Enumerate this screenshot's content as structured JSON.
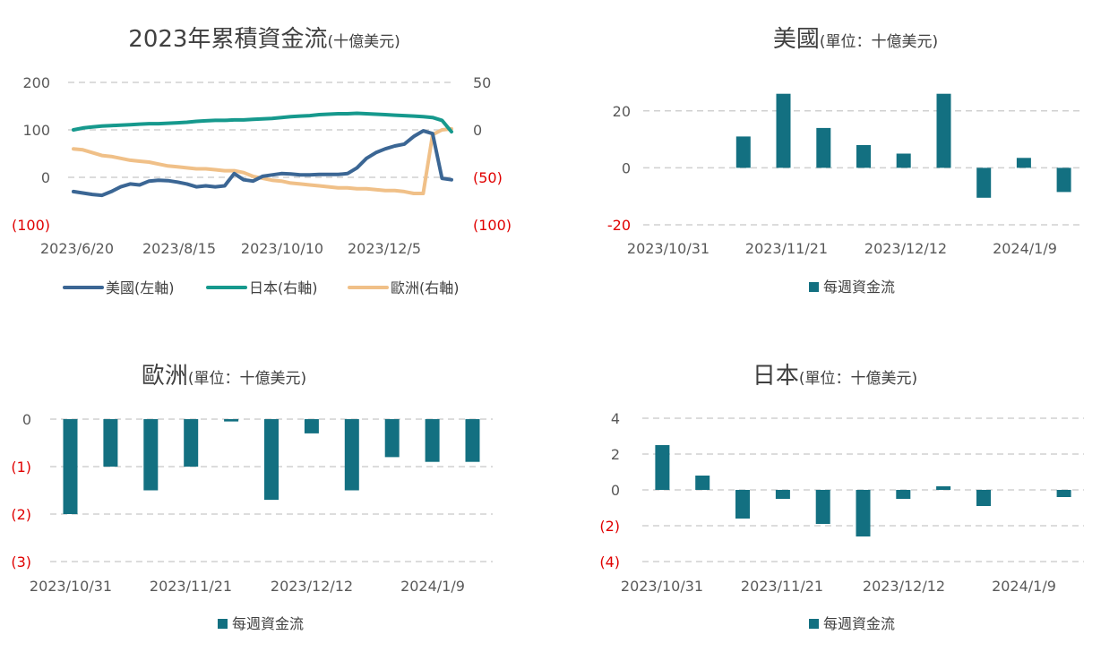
{
  "colors": {
    "us": "#3b6694",
    "japan": "#16998d",
    "europe": "#f0c088",
    "bar": "#137081",
    "grid": "#d0d0d0",
    "negative": "#e00000",
    "text": "#404040",
    "tick": "#595959"
  },
  "chart_data": [
    {
      "id": "cumulative",
      "type": "line",
      "title": "2023年累積資金流",
      "subtitle": "(十億美元)",
      "x_tick_labels": [
        "2023/6/20",
        "2023/8/15",
        "2023/10/10",
        "2023/12/5"
      ],
      "y_left": {
        "ylim": [
          -100,
          200
        ],
        "ticks": [
          200,
          100,
          0,
          -100
        ],
        "tick_labels": [
          "200",
          "100",
          "0",
          "(100)"
        ]
      },
      "y_right": {
        "ylim": [
          -100,
          50
        ],
        "ticks": [
          50,
          0,
          -50,
          -100
        ],
        "tick_labels": [
          "50",
          "0",
          "(50)",
          "(100)"
        ]
      },
      "grid": true,
      "legend": "bottom",
      "series": [
        {
          "name": "美國(左軸)",
          "axis": "left",
          "color_key": "us",
          "values": [
            -30,
            -33,
            -36,
            -38,
            -30,
            -20,
            -14,
            -16,
            -8,
            -6,
            -7,
            -10,
            -14,
            -20,
            -18,
            -20,
            -18,
            8,
            -5,
            -8,
            2,
            5,
            8,
            7,
            5,
            5,
            6,
            6,
            6,
            8,
            20,
            40,
            52,
            60,
            66,
            70,
            86,
            98,
            92,
            -2,
            -5
          ]
        },
        {
          "name": "日本(右軸)",
          "axis": "right",
          "color_key": "japan",
          "values": [
            0,
            2,
            3,
            4,
            4.5,
            5,
            5.5,
            6,
            6.5,
            6.5,
            7,
            7.5,
            8,
            9,
            9.5,
            10,
            10,
            10.5,
            10.5,
            11,
            11.5,
            12,
            13,
            14,
            14.5,
            15,
            16,
            16.5,
            17,
            17,
            17.5,
            17,
            16.5,
            16,
            15.5,
            15,
            14.5,
            14,
            13,
            10,
            -2
          ]
        },
        {
          "name": "歐洲(右軸)",
          "axis": "right",
          "color_key": "europe",
          "values": [
            -20,
            -21,
            -24,
            -27,
            -28,
            -30,
            -32,
            -33,
            -34,
            -36,
            -38,
            -39,
            -40,
            -41,
            -41,
            -42,
            -43,
            -43,
            -45,
            -49,
            -51,
            -53,
            -54,
            -56,
            -57,
            -58,
            -59,
            -60,
            -61,
            -61,
            -62,
            -62,
            -63,
            -64,
            -64,
            -65,
            -67,
            -67,
            -5,
            0,
            1
          ]
        }
      ]
    },
    {
      "id": "us",
      "type": "bar",
      "title": "美國",
      "subtitle": "(單位：十億美元)",
      "x_tick_labels": [
        "2023/10/31",
        "2023/11/21",
        "2023/12/12",
        "2024/1/9"
      ],
      "ylim": [
        -20,
        30
      ],
      "ticks": [
        20,
        0,
        -20
      ],
      "tick_labels": [
        "20",
        "0",
        "-20"
      ],
      "values": [
        0,
        0,
        11,
        26,
        14,
        8,
        5,
        26,
        -10.5,
        3.5,
        -8.5
      ],
      "legend_label": "每週資金流",
      "grid": true
    },
    {
      "id": "europe",
      "type": "bar",
      "title": "歐洲",
      "subtitle": "(單位：十億美元)",
      "x_tick_labels": [
        "2023/10/31",
        "2023/11/21",
        "2023/12/12",
        "2024/1/9"
      ],
      "ylim": [
        -3,
        0
      ],
      "ticks": [
        0,
        -1,
        -2,
        -3
      ],
      "tick_labels": [
        "0",
        "(1)",
        "(2)",
        "(3)"
      ],
      "values": [
        -2.0,
        -1.0,
        -1.5,
        -1.0,
        -0.05,
        -1.7,
        -0.3,
        -1.5,
        -0.8,
        -0.9,
        -0.9
      ],
      "legend_label": "每週資金流",
      "grid": true
    },
    {
      "id": "japan",
      "type": "bar",
      "title": "日本",
      "subtitle": "(單位：十億美元)",
      "x_tick_labels": [
        "2023/10/31",
        "2023/11/21",
        "2023/12/12",
        "2024/1/9"
      ],
      "ylim": [
        -4,
        4
      ],
      "ticks": [
        4,
        2,
        0,
        -2,
        -4
      ],
      "tick_labels": [
        "4",
        "2",
        "0",
        "(2)",
        "(4)"
      ],
      "values": [
        2.5,
        0.8,
        -1.6,
        -0.5,
        -1.9,
        -2.6,
        -0.5,
        0.2,
        -0.9,
        0,
        -0.4
      ],
      "legend_label": "每週資金流",
      "grid": true
    }
  ]
}
